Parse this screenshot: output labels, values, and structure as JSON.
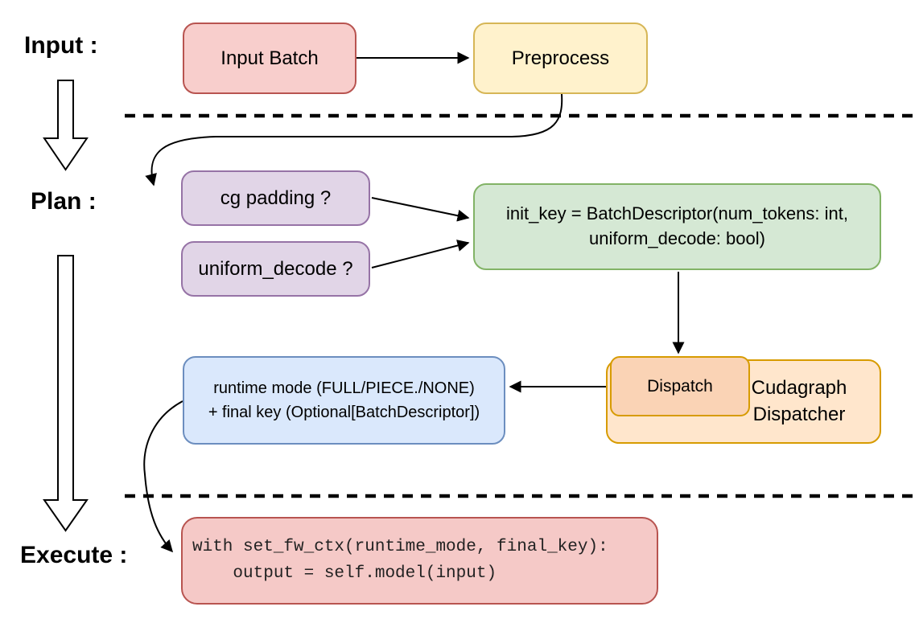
{
  "sections": {
    "input_label": "Input :",
    "plan_label": "Plan :",
    "execute_label": "Execute :"
  },
  "nodes": {
    "input_batch": {
      "label": "Input Batch",
      "fill": "#f8cecc",
      "stroke": "#b85450"
    },
    "preprocess": {
      "label": "Preprocess",
      "fill": "#fff2cc",
      "stroke": "#d6b656"
    },
    "cg_padding": {
      "label": "cg padding ?",
      "fill": "#e1d5e7",
      "stroke": "#9673a6"
    },
    "uniform_decode": {
      "label": "uniform_decode ?",
      "fill": "#e1d5e7",
      "stroke": "#9673a6"
    },
    "init_key": {
      "line1": "init_key = BatchDescriptor(num_tokens: int,",
      "line2": "uniform_decode: bool)",
      "fill": "#d5e8d4",
      "stroke": "#82b366"
    },
    "dispatch": {
      "label": "Dispatch",
      "fill": "#fad3b5",
      "stroke": "#d79b00"
    },
    "cudagraph_dispatcher": {
      "line1": "Cudagraph",
      "line2": "Dispatcher",
      "fill": "#ffe6cc",
      "stroke": "#d79b00"
    },
    "runtime_mode": {
      "line1": "runtime mode (FULL/PIECE./NONE)",
      "line2": "+ final key (Optional[BatchDescriptor])",
      "fill": "#dae8fc",
      "stroke": "#6c8ebf"
    },
    "execute_code": {
      "line1": "with set_fw_ctx(runtime_mode, final_key):",
      "line2": "    output = self.model(input)",
      "fill": "#f5c9c7",
      "stroke": "#b85450"
    }
  }
}
